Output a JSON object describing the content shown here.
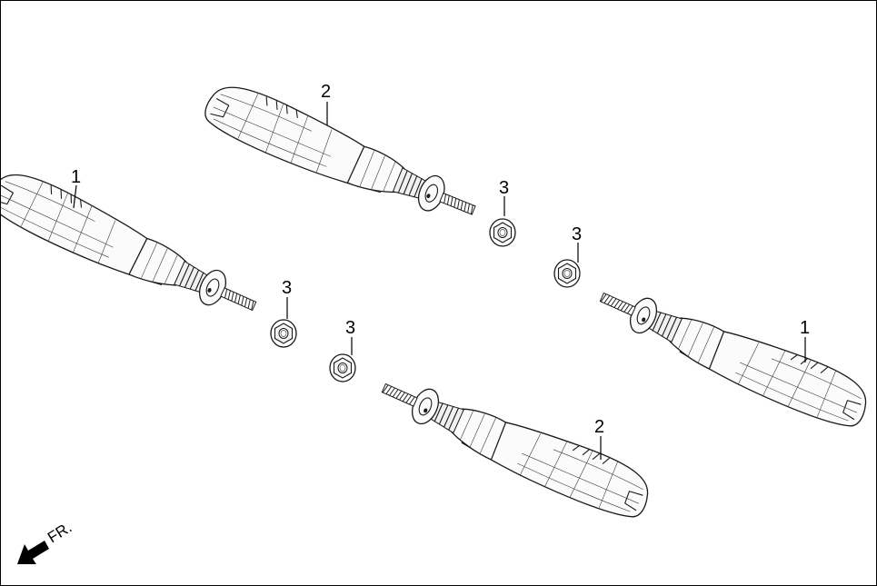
{
  "callouts": {
    "c1_left": "1",
    "c2_top": "2",
    "c3_top": "3",
    "c3_right": "3",
    "c1_right": "1",
    "c3_left": "3",
    "c3_center": "3",
    "c2_bottom": "2"
  },
  "front_marker": {
    "label": "FR."
  }
}
